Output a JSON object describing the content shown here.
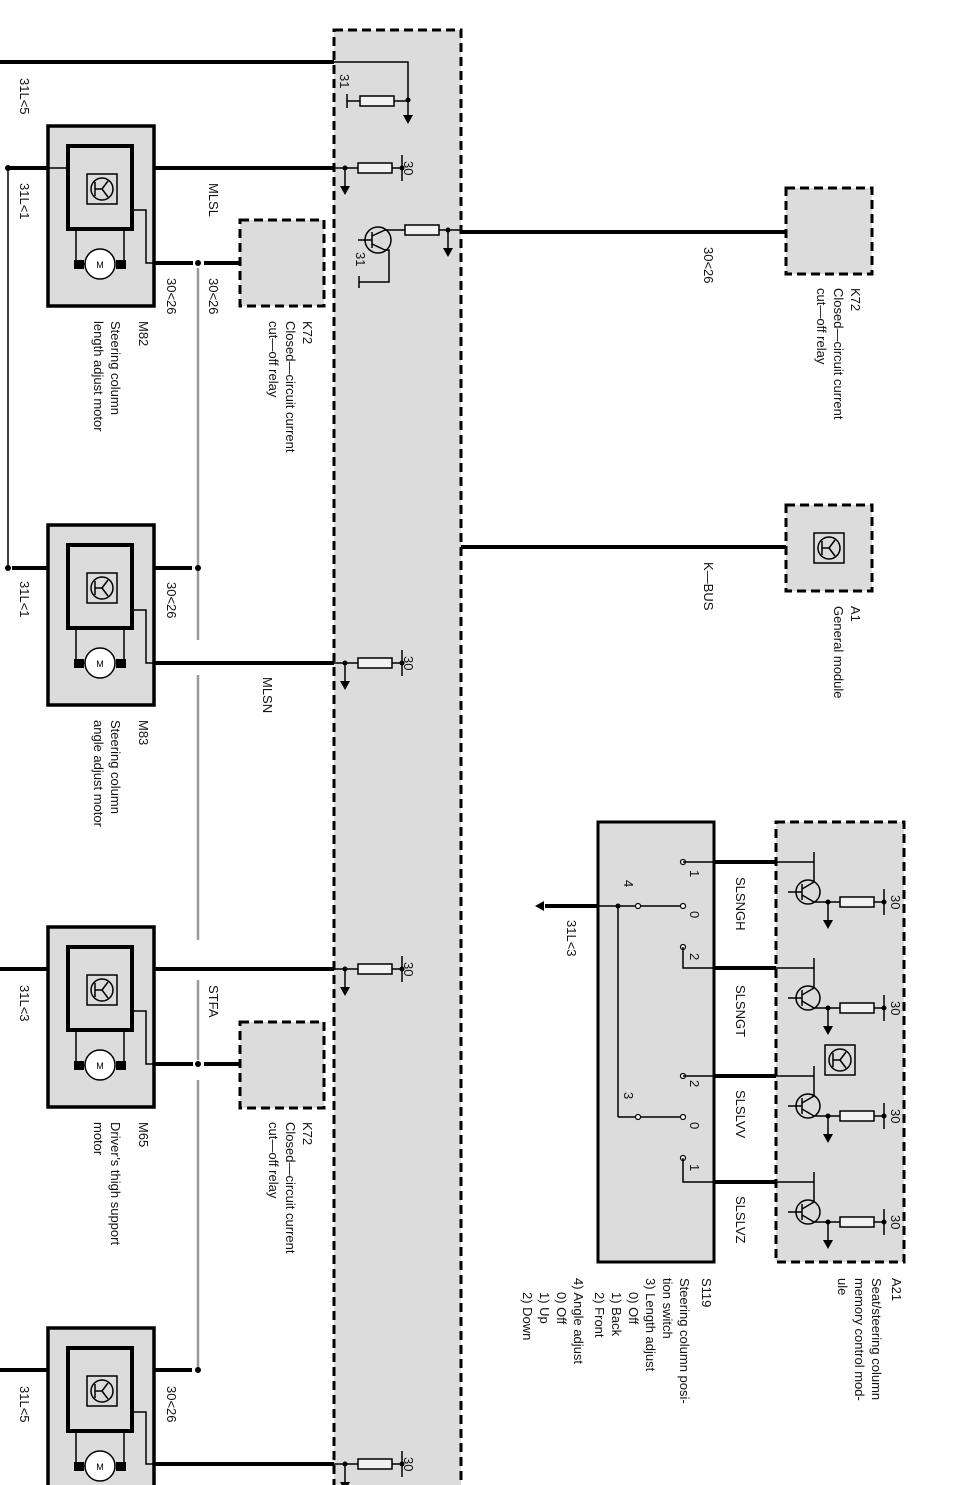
{
  "diagram": {
    "type": "wiring-schematic",
    "orientation": "rotated-90-clockwise",
    "colors": {
      "module_fill": "#dcdcdc",
      "wire": "#000000",
      "shield_line": "#999999",
      "background": "#ffffff"
    },
    "central_module": {
      "pins": {
        "ground": "31",
        "power": "30",
        "transistor_ground": "31"
      }
    },
    "wire_labels": {
      "top_ground": "31L<5",
      "m82_ground": "31L<1",
      "m82_power": "30<26",
      "mlsl": "MLSL",
      "k72a_power": "30<26",
      "k72_right_power": "30<26",
      "kbus": "K—BUS",
      "m83_ground": "31L<1",
      "m83_power": "30<26",
      "mlsn": "MLSN",
      "m65_ground": "31L<3",
      "stfa": "STFA",
      "bottom_ground": "31L<5",
      "bottom_power": "30<26",
      "switch_ground": "31L<3",
      "slsngh": "SLSNGH",
      "slsngt": "SLSNGT",
      "slslvv": "SLSLVV",
      "slslvz": "SLSLVZ",
      "pin30": "30"
    },
    "components": {
      "m82": {
        "id": "M82",
        "desc1": "Steering column",
        "desc2": "length adjust motor"
      },
      "m83": {
        "id": "M83",
        "desc1": "Steering column",
        "desc2": "angle adjust motor"
      },
      "m65": {
        "id": "M65",
        "desc1": "Driver’s thigh support",
        "desc2": "motor"
      },
      "k72_a": {
        "id": "K72",
        "desc1": "Closed—circuit current",
        "desc2": "cut—off relay"
      },
      "k72_b": {
        "id": "K72",
        "desc1": "Closed—circuit current",
        "desc2": "cut—off relay"
      },
      "k72_c": {
        "id": "K72",
        "desc1": "Closed—circuit current",
        "desc2": "cut—off relay"
      },
      "a1": {
        "id": "A1",
        "desc1": "General module"
      },
      "a21": {
        "id": "A21",
        "desc1": "Seat/steering column",
        "desc2": "memory control mod-",
        "desc3": "ule"
      },
      "s119": {
        "id": "S119",
        "lines": [
          "Steering column posi-",
          "tion switch",
          "3) Length adjust",
          "0) Off",
          "1) Back",
          "2) Front",
          "4) Angle adjust",
          "0) Off",
          "1) Up",
          "2) Down"
        ],
        "contacts": {
          "c1": "1",
          "c0a": "0",
          "c2a": "2",
          "c4": "4",
          "c2b": "2",
          "c0b": "0",
          "c1b": "1",
          "c3": "3"
        }
      }
    }
  }
}
